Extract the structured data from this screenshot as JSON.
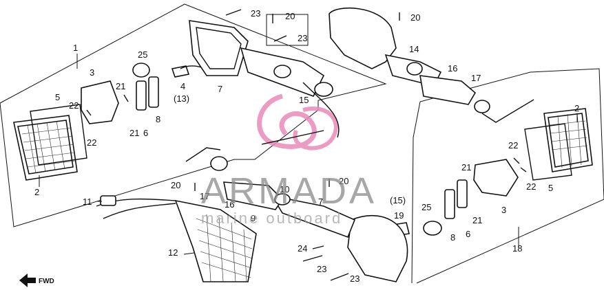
{
  "callouts": {
    "c1": "1",
    "c2a": "2",
    "c2b": "2",
    "c3a": "3",
    "c3b": "3",
    "c4": "4",
    "c13": "(13)",
    "c5a": "5",
    "c5b": "5",
    "c6a": "6",
    "c6b": "6",
    "c7a": "7",
    "c7b": "7",
    "c8a": "8",
    "c8b": "8",
    "c9": "9",
    "c10": "10",
    "c11": "11",
    "c12": "12",
    "c14": "14",
    "c15a": "15",
    "c15b": "(15)",
    "c16a": "16",
    "c16b": "16",
    "c17a": "17",
    "c17b": "17",
    "c18": "18",
    "c19": "19",
    "c20a": "20",
    "c20b": "20",
    "c20c": "20",
    "c20d": "20",
    "c21a": "21",
    "c21b": "21",
    "c21c": "21",
    "c21d": "21",
    "c22a": "22",
    "c22b": "22",
    "c22c": "22",
    "c22d": "22",
    "c23a": "23",
    "c23b": "23",
    "c23c": "23",
    "c23d": "23",
    "c24": "24",
    "c25a": "25",
    "c25b": "25"
  },
  "fwd_label": "FWD",
  "watermark": {
    "brand": "ARMADA",
    "tagline": "marine outboard"
  },
  "colors": {
    "line": "#111111",
    "watermark_logo": "#e98ab8",
    "watermark_text": "#8a8a8a"
  }
}
